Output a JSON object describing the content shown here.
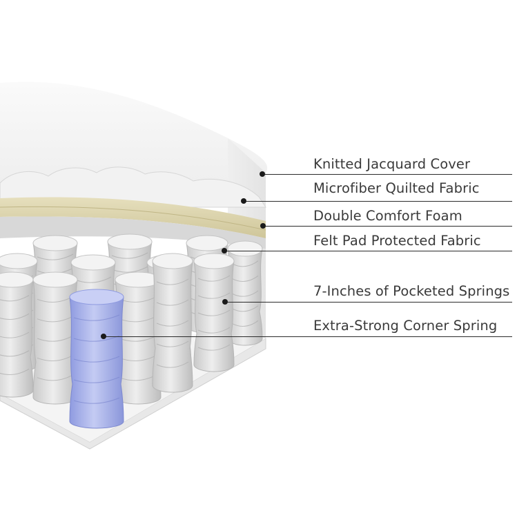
{
  "layers": [
    {
      "label": "Knitted Jacquard Cover"
    },
    {
      "label": "Microfiber Quilted Fabric"
    },
    {
      "label": "Double Comfort Foam"
    },
    {
      "label": "Felt Pad Protected Fabric"
    },
    {
      "label": "7-Inches of Pocketed Springs"
    },
    {
      "label": "Extra-Strong Corner Spring"
    }
  ],
  "colors": {
    "foam": "#d9d2a8",
    "spring": "#dcdcdc",
    "corner_spring": "#a9b4e8",
    "leader": "#2a2a2a"
  }
}
